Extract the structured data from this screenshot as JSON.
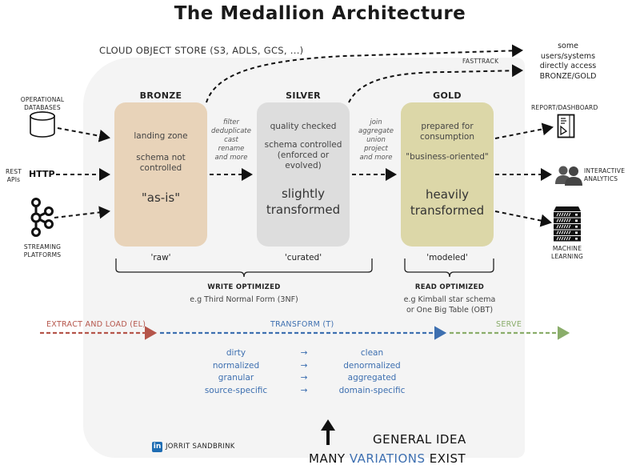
{
  "title": "The Medallion Architecture",
  "cloud_store_label": "CLOUD OBJECT STORE (S3, ADLS, GCS, ...)",
  "fasttrack": {
    "label": "FASTTRACK",
    "target_lines": [
      "some",
      "users/systems",
      "directly access",
      "BRONZE/GOLD"
    ]
  },
  "sources": [
    {
      "label_lines": [
        "OPERATIONAL",
        "DATABASES"
      ],
      "icon": "database-icon"
    },
    {
      "label_lines": [
        "REST",
        "APIs"
      ],
      "icon": "http-icon",
      "icon_text": "HTTP"
    },
    {
      "label_lines": [
        "STREAMING",
        "PLATFORMS"
      ],
      "icon": "kafka-icon"
    }
  ],
  "layers": [
    {
      "name": "BRONZE",
      "lines": [
        "landing zone",
        "schema not controlled"
      ],
      "emphasis": "\"as-is\"",
      "tag": "'raw'",
      "color": "#e8d3b9"
    },
    {
      "name": "SILVER",
      "lines": [
        "quality checked",
        "schema controlled (enforced or evolved)"
      ],
      "emphasis": "slightly transformed",
      "tag": "'curated'",
      "color": "#dddddd"
    },
    {
      "name": "GOLD",
      "lines": [
        "prepared for consumption",
        "\"business-oriented\""
      ],
      "emphasis": "heavily transformed",
      "tag": "'modeled'",
      "color": "#dcd7a8"
    }
  ],
  "operations": [
    {
      "lines": [
        "filter",
        "deduplicate",
        "cast",
        "rename",
        "and more"
      ]
    },
    {
      "lines": [
        "join",
        "aggregate",
        "union",
        "project",
        "and more"
      ]
    }
  ],
  "consumers": [
    {
      "label": "REPORT/DASHBOARD",
      "icon": "report-icon"
    },
    {
      "label_lines": [
        "INTERACTIVE",
        "ANALYTICS"
      ],
      "icon": "users-icon"
    },
    {
      "label_lines": [
        "MACHINE",
        "LEARNING"
      ],
      "icon": "server-icon"
    }
  ],
  "optimization": {
    "write": {
      "title": "WRITE OPTIMIZED",
      "sub": "e.g Third Normal Form (3NF)"
    },
    "read": {
      "title": "READ OPTIMIZED",
      "sub_lines": [
        "e.g Kimball star schema",
        "or One Big Table (OBT)"
      ]
    }
  },
  "stages": [
    {
      "label": "EXTRACT AND LOAD (EL)",
      "color": "#b5554a"
    },
    {
      "label": "TRANSFORM (T)",
      "color": "#3d6fb0"
    },
    {
      "label": "SERVE",
      "color": "#8aad6a"
    }
  ],
  "transformations": [
    {
      "from": "dirty",
      "arrow": "→",
      "to": "clean"
    },
    {
      "from": "normalized",
      "arrow": "→",
      "to": "denormalized"
    },
    {
      "from": "granular",
      "arrow": "→",
      "to": "aggregated"
    },
    {
      "from": "source-specific",
      "arrow": "→",
      "to": "domain-specific"
    }
  ],
  "author": {
    "badge": "in",
    "name": "JORRIT SANDBRINK"
  },
  "footer": {
    "line1": "GENERAL IDEA",
    "line2_prefix": "MANY ",
    "line2_highlight": "VARIATIONS",
    "line2_suffix": " EXIST",
    "highlight_color": "#3d6fb0"
  }
}
